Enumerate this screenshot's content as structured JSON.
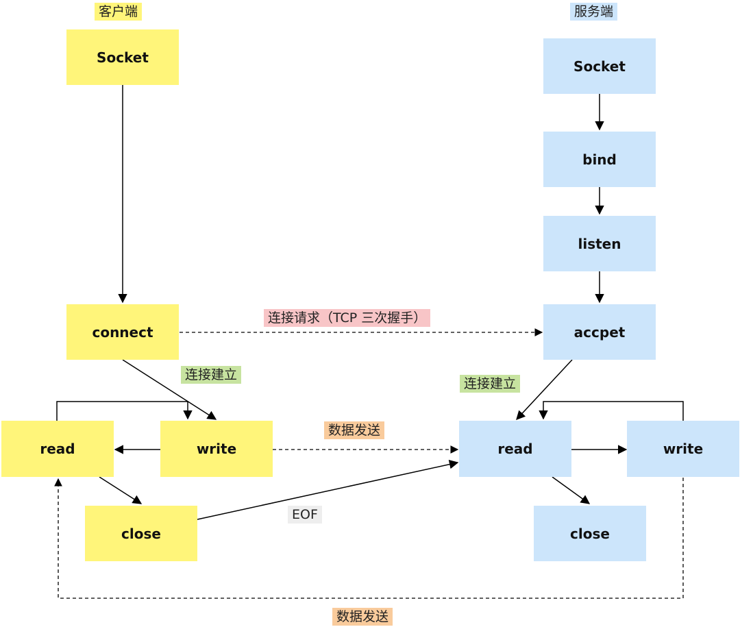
{
  "titles": {
    "client": "客户端",
    "server": "服务端"
  },
  "client_nodes": {
    "socket": "Socket",
    "connect": "connect",
    "read": "read",
    "write": "write",
    "close": "close"
  },
  "server_nodes": {
    "socket": "Socket",
    "bind": "bind",
    "listen": "listen",
    "accept": "accpet",
    "read": "read",
    "write": "write",
    "close": "close"
  },
  "labels": {
    "connect_request": "连接请求（TCP 三次握手）",
    "client_established": "连接建立",
    "server_established": "连接建立",
    "data_send_top": "数据发送",
    "eof": "EOF",
    "data_send_bottom": "数据发送"
  },
  "colors": {
    "client_fill": "#FFF57A",
    "server_fill": "#CCE5FB",
    "request_tag": "#F8C5C7",
    "established_tag": "#C7E3A0",
    "data_tag": "#F9CB9C",
    "eof_tag": "#EEEEEE"
  }
}
